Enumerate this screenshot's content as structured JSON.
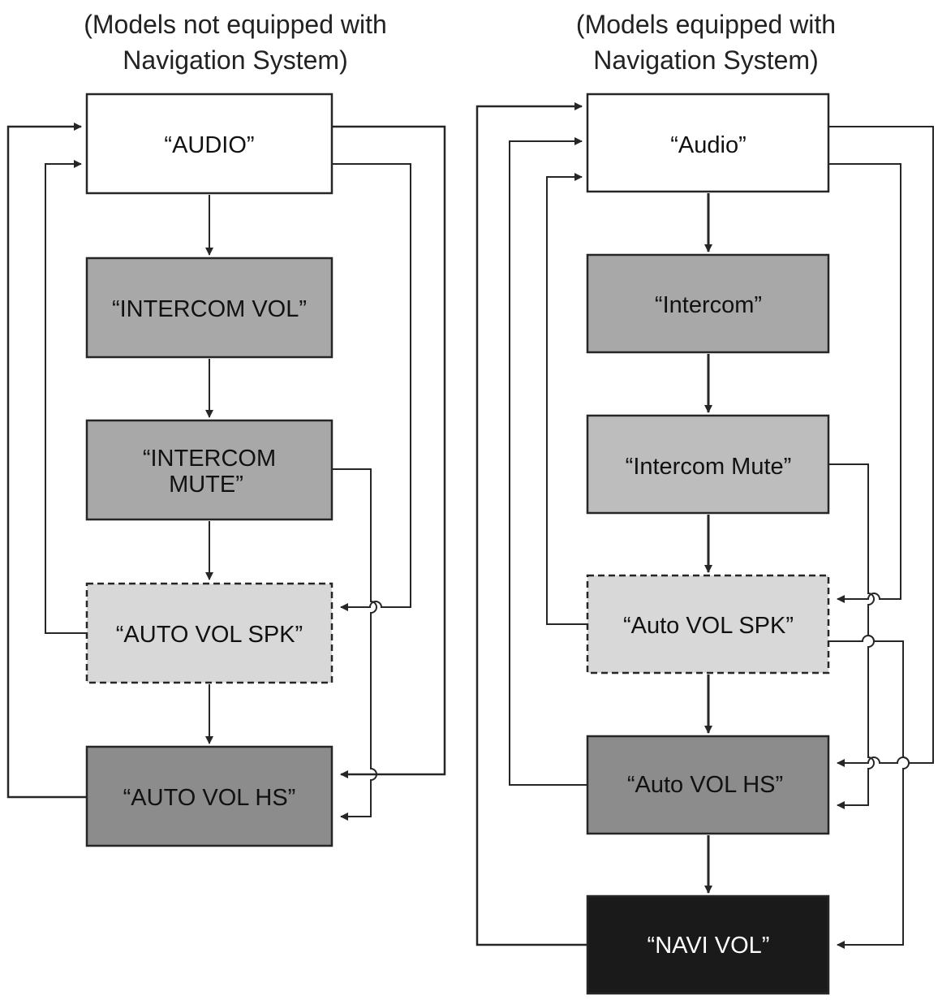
{
  "left_panel": {
    "caption_line1": "(Models not equipped with",
    "caption_line2": "Navigation System)",
    "boxes": {
      "audio": "“AUDIO”",
      "intercom_vol": "“INTERCOM VOL”",
      "intercom_mute_line1": "“INTERCOM",
      "intercom_mute_line2": "MUTE”",
      "auto_vol_spk": "“AUTO VOL SPK”",
      "auto_vol_hs": "“AUTO VOL HS”"
    }
  },
  "right_panel": {
    "caption_line1": "(Models equipped with",
    "caption_line2": "Navigation System)",
    "boxes": {
      "audio": "“Audio”",
      "intercom": "“Intercom”",
      "intercom_mute": "“Intercom Mute”",
      "auto_vol_spk": "“Auto VOL SPK”",
      "auto_vol_hs": "“Auto VOL HS”",
      "navi_vol": "“NAVI VOL”"
    }
  },
  "colors": {
    "line": "#262626",
    "box_white": "#ffffff",
    "box_gray": "#a8a8a8",
    "box_light_gray": "#bdbdbd",
    "box_dashed": "#d8d8d8",
    "box_dark_gray": "#8c8c8c",
    "box_black": "#1a1a1a"
  }
}
